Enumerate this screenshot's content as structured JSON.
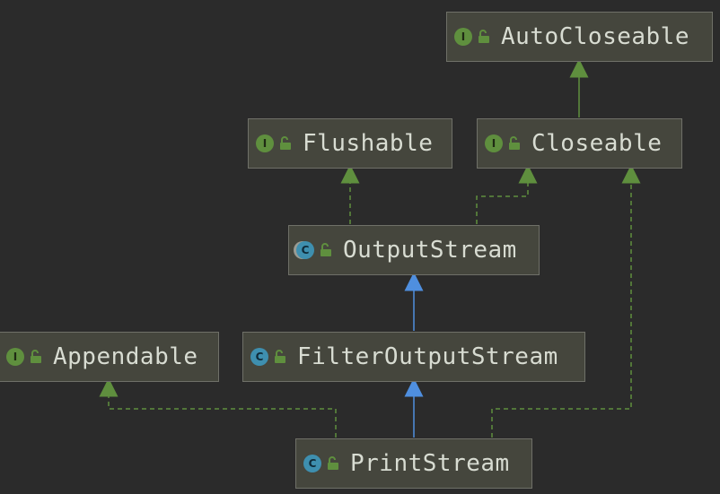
{
  "colors": {
    "background": "#2b2b2b",
    "node_fill": "#45463d",
    "node_border": "#6f7068",
    "interface_badge": "#5f8f3e",
    "class_badge": "#3e8faf",
    "implements_edge": "#5f8f3e",
    "extends_edge": "#4f8fdf",
    "text": "#d8dcd2"
  },
  "nodes": {
    "autocloseable": {
      "label": "AutoCloseable",
      "badge": "I",
      "kind": "interface",
      "icon": "interface-icon"
    },
    "flushable": {
      "label": "Flushable",
      "badge": "I",
      "kind": "interface",
      "icon": "interface-icon"
    },
    "closeable": {
      "label": "Closeable",
      "badge": "I",
      "kind": "interface",
      "icon": "interface-icon"
    },
    "outputstream": {
      "label": "OutputStream",
      "badge": "C",
      "kind": "abstract-class",
      "icon": "abstract-class-icon"
    },
    "appendable": {
      "label": "Appendable",
      "badge": "I",
      "kind": "interface",
      "icon": "interface-icon"
    },
    "filteroutputstream": {
      "label": "FilterOutputStream",
      "badge": "C",
      "kind": "class",
      "icon": "class-icon"
    },
    "printstream": {
      "label": "PrintStream",
      "badge": "C",
      "kind": "class",
      "icon": "class-icon"
    }
  },
  "edges": [
    {
      "from": "closeable",
      "to": "autocloseable",
      "type": "extends-interface"
    },
    {
      "from": "outputstream",
      "to": "flushable",
      "type": "implements"
    },
    {
      "from": "outputstream",
      "to": "closeable",
      "type": "implements"
    },
    {
      "from": "filteroutputstream",
      "to": "outputstream",
      "type": "extends"
    },
    {
      "from": "printstream",
      "to": "filteroutputstream",
      "type": "extends"
    },
    {
      "from": "printstream",
      "to": "appendable",
      "type": "implements"
    },
    {
      "from": "printstream",
      "to": "closeable",
      "type": "implements"
    }
  ]
}
